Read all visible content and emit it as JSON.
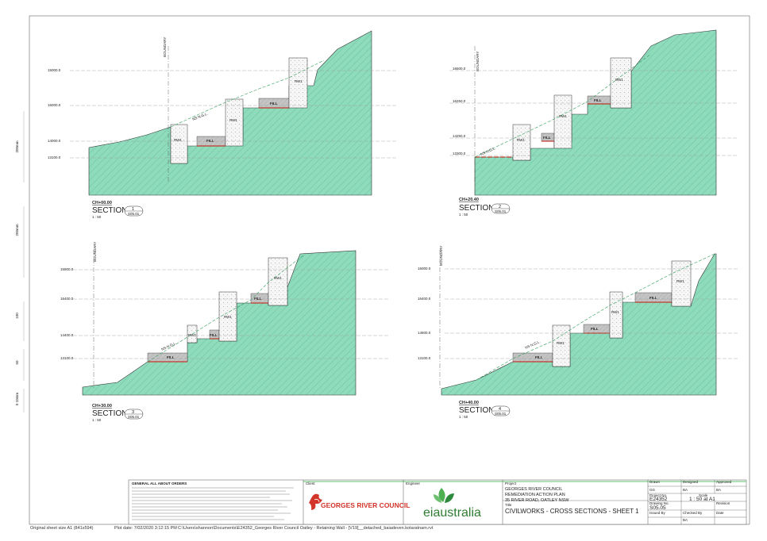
{
  "sections": [
    {
      "ch": "CH+00.00",
      "title": "SECTION",
      "number": "1",
      "scale": "1 : 50",
      "ref": "S05.01",
      "levels": [
        "15000.0",
        "16000.0",
        "14000.0",
        "13100.0"
      ],
      "boundary": "BOUNDARY",
      "ngl": "NS N.G.L.",
      "walls": [
        "RW1",
        "RW1",
        "RW1"
      ],
      "fills": [
        "FILL",
        "FILL"
      ]
    },
    {
      "ch": "CH+20.40",
      "title": "SECTION",
      "number": "2",
      "scale": "1 : 50",
      "ref": "S05.01",
      "levels": [
        "16500.0",
        "16250.0",
        "14250.0",
        "13300.0"
      ],
      "boundary": "BOUNDARY",
      "ngl": "NS N.G.L.",
      "walls": [
        "RW1",
        "RW1",
        "RW1"
      ],
      "fills": [
        "FILL",
        "FILL"
      ]
    },
    {
      "ch": "CH+30.00",
      "title": "SECTION",
      "number": "3",
      "scale": "1 : 50",
      "ref": "S05.01",
      "levels": [
        "15900.0",
        "16400.0",
        "14400.0",
        "13100.0"
      ],
      "boundary": "BOUNDARY",
      "ngl": "NS N.G.L.",
      "walls": [
        "RW1",
        "RW1",
        "RW1"
      ],
      "fills": [
        "FILL",
        "FILL",
        "FILL"
      ]
    },
    {
      "ch": "CH+40.00",
      "title": "SECTION",
      "number": "4",
      "scale": "1 : 50",
      "ref": "S05.01",
      "levels": [
        "16000.0",
        "16400.0",
        "14600.0",
        "13100.0"
      ],
      "boundary": "BOUNDARY",
      "ngl": "NS N.G.L.",
      "walls": [
        "RW1",
        "RW1",
        "RW1"
      ],
      "fills": [
        "FILL",
        "FILL",
        "FILL"
      ]
    }
  ],
  "margin_marks": [
    "200mm",
    "200mm",
    "100",
    "50",
    "0 10mm"
  ],
  "title_block": {
    "notes_heading": "GENERAL ALL ABOUT ORDERS",
    "client_label": "Client",
    "engineer_label": "Engineer",
    "client_name": "GEORGES RIVER COUNCIL",
    "engineer_name": "eiaustralia",
    "project_label": "Project",
    "project_lines": [
      "GEORGES RIVER COUNCIL",
      "REMEDIATION ACTION PLAN",
      "35 RIVER ROAD, OATLEY NSW"
    ],
    "title_label": "Title",
    "title": "CIVILWORKS - CROSS SECTIONS - SHEET 1",
    "drawn_label": "Drawn",
    "drawn": "GG",
    "designed_label": "Designed",
    "designed": "BA",
    "approved_label": "Approved",
    "approved": "BA",
    "projno_label": "Project No.",
    "projno": "E24352",
    "scale_label": "Scale",
    "scale": "1 : 50 at A1",
    "drawingno_label": "Drawing No.",
    "drawingno": "S05.05",
    "revision_label": "Revision",
    "issuedby_label": "Issued By",
    "checkedby_label": "Checked By",
    "checkedby": "BA",
    "date_label": "Date"
  },
  "footer": {
    "original": "Original sheet size A1 (841x594)",
    "plot_date": "Plot date:   7/02/2020 3:12:15 PM",
    "path": "C:\\Users\\shannon\\Documents\\E24352_Georges River Council Oatley - Retaining Wall - [V19]__detached_baiadeven.kotaratnam.rvt"
  },
  "colors": {
    "ground": "#8fdcbd",
    "ground_pattern": "#6bbf9d",
    "fill": "#bdbdbd",
    "red_line": "#c0392b",
    "green_dash": "#2e9e5a"
  }
}
